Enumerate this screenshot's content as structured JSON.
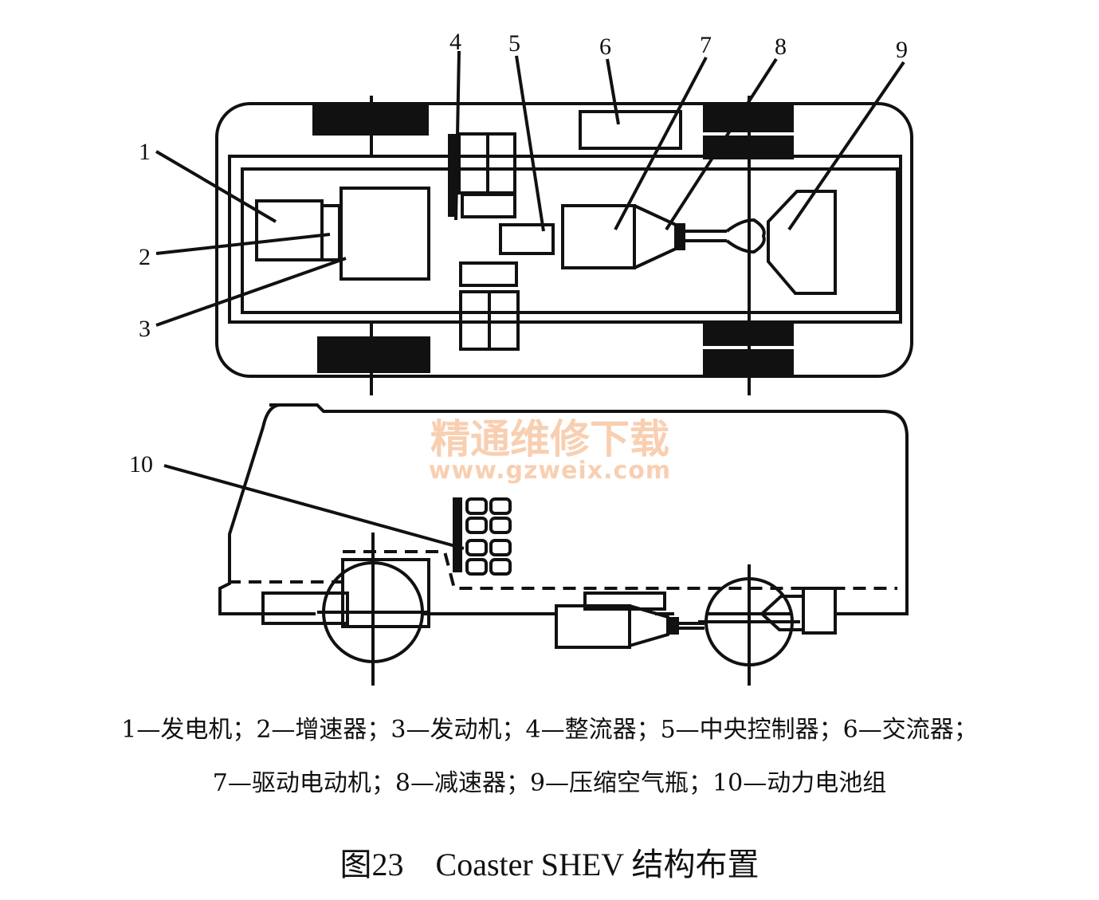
{
  "part_numbers": [
    "1",
    "2",
    "3",
    "4",
    "5",
    "6",
    "7",
    "8",
    "9",
    "10"
  ],
  "watermark": {
    "line1": "精通维修下载",
    "line2": "www.gzweix.com"
  },
  "legend": {
    "line1": "1—发电机；2—增速器；3—发动机；4—整流器；5—中央控制器；6—交流器；",
    "line2": "7—驱动电动机；8—减速器；9—压缩空气瓶；10—动力电池组"
  },
  "caption": "图23　Coaster SHEV 结构布置"
}
